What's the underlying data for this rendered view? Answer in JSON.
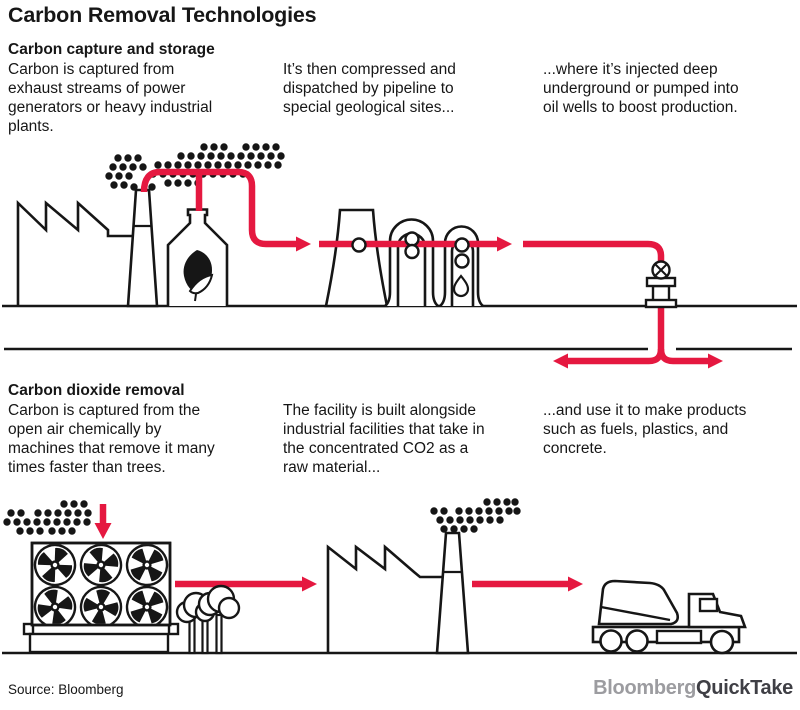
{
  "title": "Carbon Removal Technologies",
  "ccs": {
    "heading": "Carbon capture and storage",
    "step1": "Carbon is captured from exhaust streams of power generators or heavy industrial plants.",
    "step2": "It’s then compressed and dispatched by pipeline to special geological sites...",
    "step3": "...where it’s injected deep underground or pumped into oil wells to boost production."
  },
  "cdr": {
    "heading": "Carbon dioxide removal",
    "step1": "Carbon is captured from the open air chemically by machines that remove it many times faster than trees.",
    "step2": "The facility is built alongside industrial facilities that take in the concentrated CO2 as a raw material...",
    "step3": "...and use it to make products such as fuels, plastics, and concrete."
  },
  "footer": {
    "source": "Source: Bloomberg",
    "logo_part1": "Bloomberg",
    "logo_part2": "QuickTake"
  },
  "colors": {
    "ink": "#161616",
    "pipe_red": "#e51840",
    "logo_gray": "#9c9ca0",
    "logo_dark": "#3f3f45"
  },
  "illustration": {
    "ccs_icons": [
      "power-plant-factory",
      "smokestack",
      "co2-smoke-dots",
      "capture-vessel-with-leaf",
      "co2-pipeline",
      "compressor-station",
      "injection-wellhead-valve",
      "underground-storage-arrows"
    ],
    "cdr_icons": [
      "co2-smoke-dots",
      "capture-down-arrow",
      "direct-air-capture-fans",
      "trees",
      "factory",
      "smokestack",
      "cement-mixer-truck"
    ]
  }
}
